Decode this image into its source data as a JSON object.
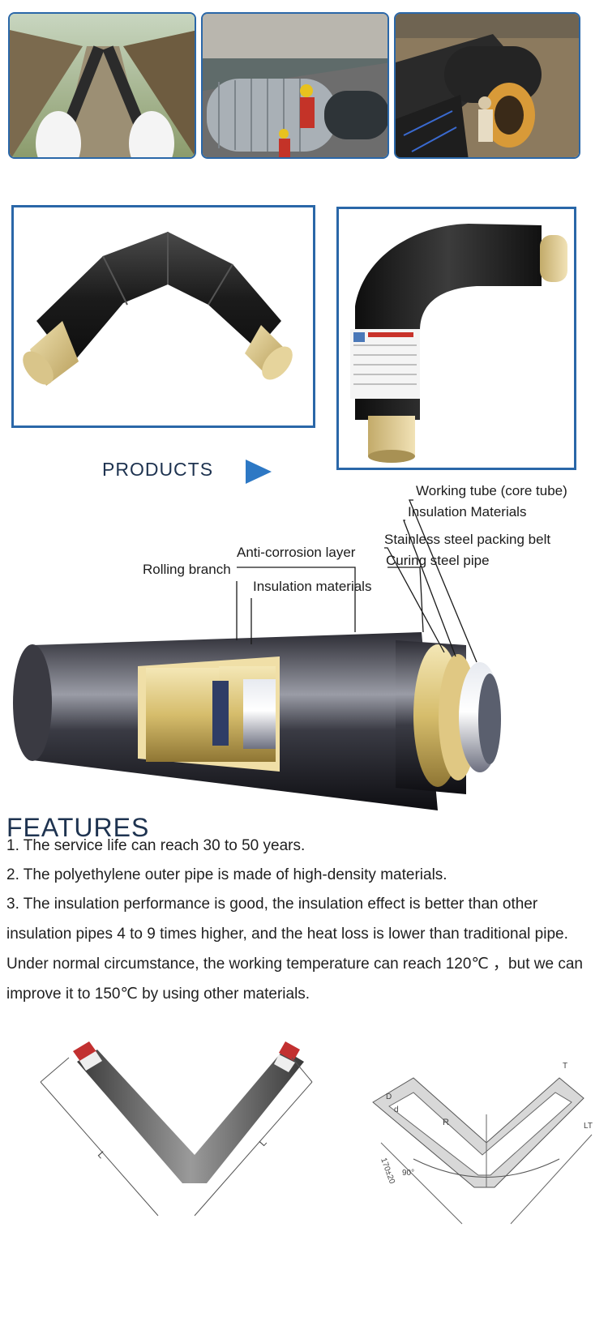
{
  "products": {
    "label": "PRODUCTS"
  },
  "diagram": {
    "callouts": [
      "Working tube (core tube)",
      "Insulation Materials",
      "Stainless steel packing belt",
      "Curing steel pipe",
      "Anti-corrosion layer",
      "Rolling branch",
      "Insulation materials"
    ]
  },
  "features": {
    "title": "FEATURES",
    "items": [
      "1. The service life can reach 30 to 50 years.",
      "2. The polyethylene outer pipe is made of high-density materials.",
      "3. The insulation performance is good, the insulation effect is better than other insulation pipes 4 to 9 times higher, and the heat loss is lower than traditional pipe.  Under normal circumstance, the working temperature can reach 120℃ ，but we can improve it to 150℃ by using other materials."
    ]
  },
  "drawing": {
    "left_label": "L",
    "right_label": "L",
    "radius_label": "R",
    "dim_label": "170±20",
    "angle_label": "90°",
    "dia_label_a": "D",
    "dia_label_b": "d",
    "t_label": "T",
    "lt_label": "LT"
  }
}
